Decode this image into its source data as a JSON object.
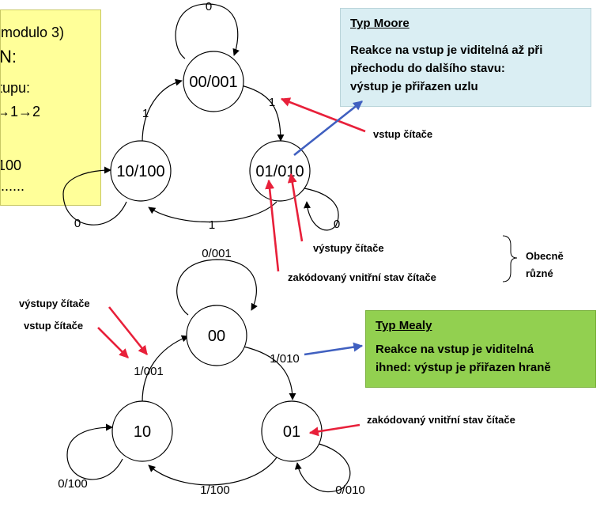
{
  "yellow_box": {
    "lines": [
      "modulo 3)",
      "N:",
      "stupu:",
      "→1→2",
      "",
      "100",
      "......"
    ]
  },
  "moore": {
    "box_title": "Typ Moore",
    "box_text": [
      "Reakce na vstup je viditelná až při",
      "přechodu do dalšího stavu:",
      "výstup je přiřazen uzlu"
    ],
    "states": [
      "00/001",
      "01/010",
      "10/100"
    ],
    "edges": [
      "0",
      "1",
      "1",
      "1",
      "0",
      "0"
    ],
    "annotations": {
      "input": "vstup čítače",
      "outputs": "výstupy čítače",
      "state": "zakódovaný vnitřní stav čítače"
    }
  },
  "mealy": {
    "box_title": "Typ Mealy",
    "box_text": [
      "Reakce na vstup je viditelná",
      "ihned: výstup je přiřazen hraně"
    ],
    "states": [
      "00",
      "01",
      "10"
    ],
    "edges": [
      "0/001",
      "1/010",
      "1/100",
      "1/001",
      "0/100",
      "0/010"
    ],
    "annotations": {
      "outputs": "výstupy čítače",
      "input": "vstup čítače",
      "state": "zakódovaný vnitřní stav čítače"
    }
  },
  "brace_note": [
    "Obecně",
    "různé"
  ],
  "colors": {
    "red_arrow": "#e8203a",
    "blue_arrow": "#4060c0",
    "moore_box": "#daeef3",
    "mealy_box": "#92d050",
    "yellow_box": "#ffff99"
  }
}
